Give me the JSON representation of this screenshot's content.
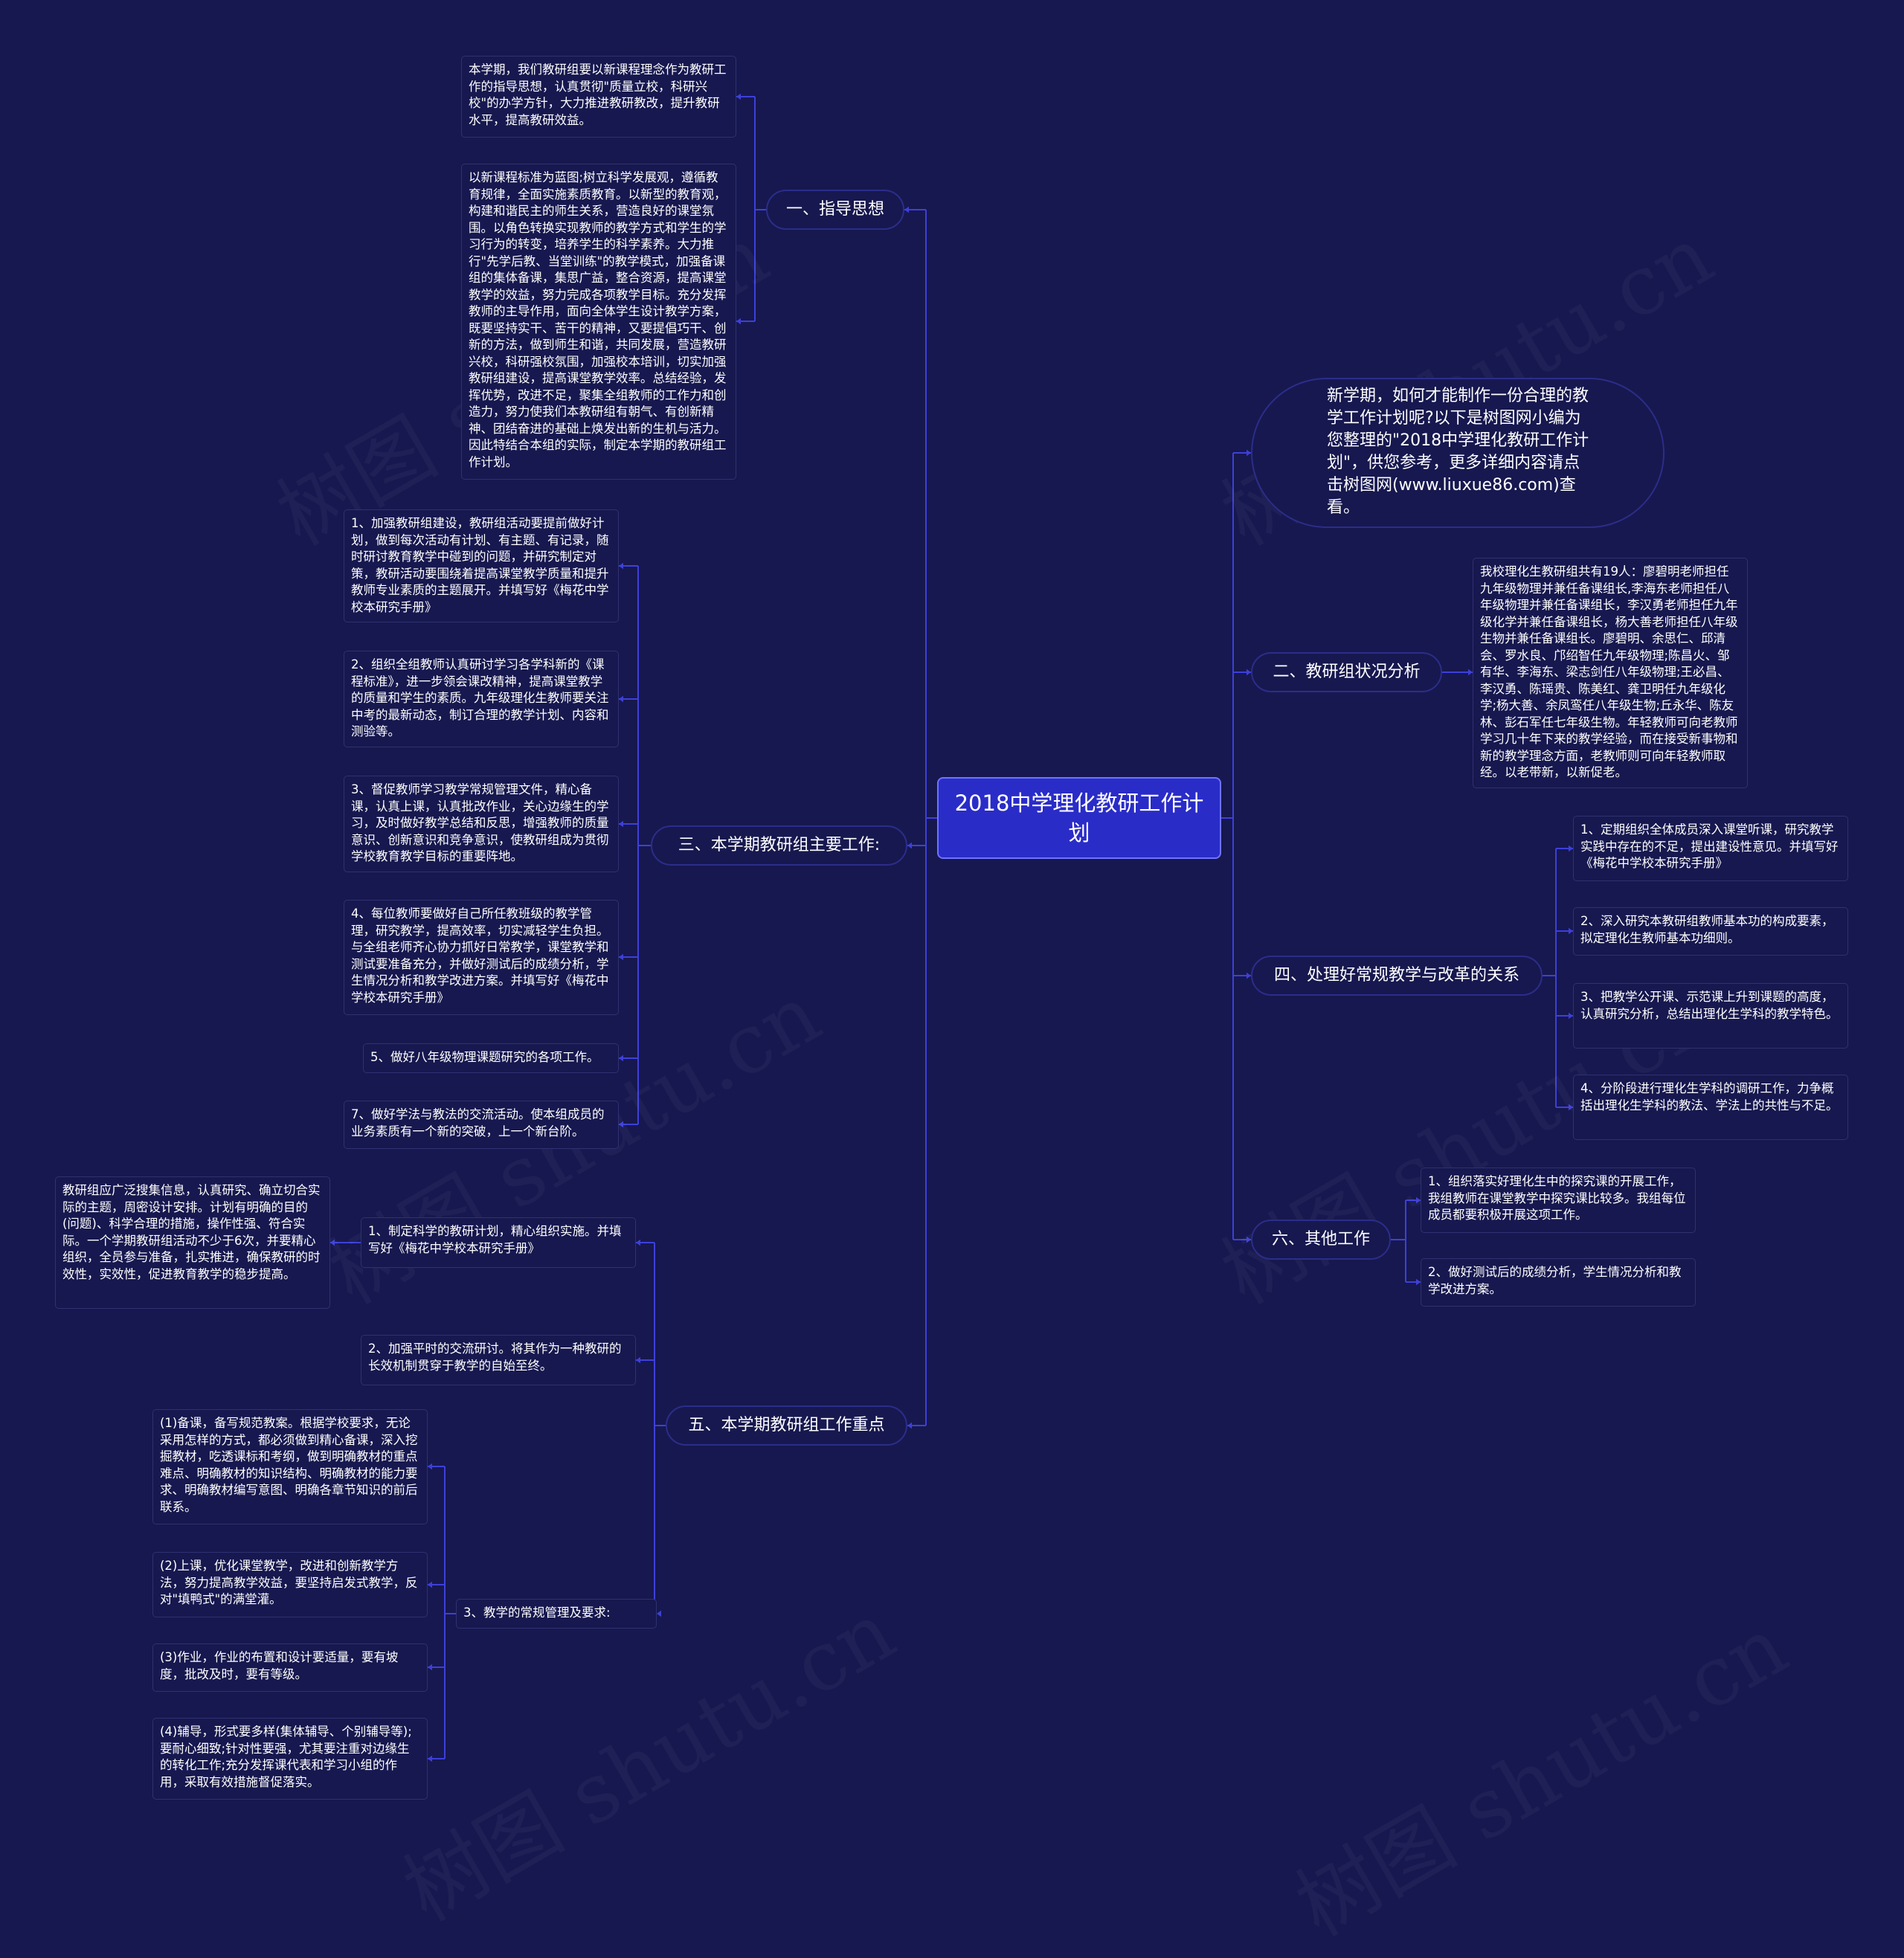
{
  "center": "2018中学理化教研工作计划",
  "intro": "新学期，如何才能制作一份合理的教学工作计划呢?以下是树图网小编为您整理的\"2018中学理化教研工作计划\"，供您参考，更多详细内容请点击树图网(www.liuxue86.com)查看。",
  "watermark": "树图 shutu.cn",
  "colors": {
    "background": "#17184f",
    "center": "#2a2cc8",
    "line": "#3d40d8"
  },
  "branches": [
    {
      "label": "一、指导思想",
      "leaves": [
        "本学期，我们教研组要以新课程理念作为教研工作的指导思想，认真贯彻\"质量立校，科研兴校\"的办学方针，大力推进教研教改，提升教研水平，提高教研效益。",
        "以新课程标准为蓝图;树立科学发展观，遵循教育规律，全面实施素质教育。以新型的教育观，构建和谐民主的师生关系，营造良好的课堂氛围。以角色转换实现教师的教学方式和学生的学习行为的转变，培养学生的科学素养。大力推行\"先学后教、当堂训练\"的教学模式，加强备课组的集体备课，集思广益，整合资源，提高课堂教学的效益，努力完成各项教学目标。充分发挥教师的主导作用，面向全体学生设计教学方案，既要坚持实干、苦干的精神，又要提倡巧干、创新的方法，做到师生和谐，共同发展，营造教研兴校，科研强校氛围，加强校本培训，切实加强教研组建设，提高课堂教学效率。总结经验，发挥优势，改进不足，聚集全组教师的工作力和创造力，努力使我们本教研组有朝气、有创新精神、团结奋进的基础上焕发出新的生机与活力。因此特结合本组的实际，制定本学期的教研组工作计划。"
      ]
    },
    {
      "label": "三、本学期教研组主要工作:",
      "leaves": [
        "1、加强教研组建设，教研组活动要提前做好计划，做到每次活动有计划、有主题、有记录，随时研讨教育教学中碰到的问题，并研究制定对策，教研活动要围绕着提高课堂教学质量和提升教师专业素质的主题展开。并填写好《梅花中学校本研究手册》",
        "2、组织全组教师认真研讨学习各学科新的《课程标准》，进一步领会课改精神，提高课堂教学的质量和学生的素质。九年级理化生教师要关注中考的最新动态，制订合理的教学计划、内容和测验等。",
        "3、督促教师学习教学常规管理文件，精心备课，认真上课，认真批改作业，关心边缘生的学习，及时做好教学总结和反思，增强教师的质量意识、创新意识和竞争意识，使教研组成为贯彻学校教育教学目标的重要阵地。",
        "4、每位教师要做好自己所任教班级的教学管理，研究教学，提高效率，切实减轻学生负担。与全组老师齐心协力抓好日常教学，课堂教学和测试要准备充分，并做好测试后的成绩分析，学生情况分析和教学改进方案。并填写好《梅花中学校本研究手册》",
        "5、做好八年级物理课题研究的各项工作。",
        "7、做好学法与教法的交流活动。使本组成员的业务素质有一个新的突破，上一个新台阶。"
      ]
    },
    {
      "label": "五、本学期教研组工作重点",
      "leaves": [
        "1、制定科学的教研计划，精心组织实施。并填写好《梅花中学校本研究手册》",
        "2、加强平时的交流研讨。将其作为一种教研的长效机制贯穿于教学的自始至终。",
        "3、教学的常规管理及要求:"
      ],
      "sub1": "教研组应广泛搜集信息，认真研究、确立切合实际的主题，周密设计安排。计划有明确的目的(问题)、科学合理的措施，操作性强、符合实际。一个学期教研组活动不少于6次，并要精心组织，全员参与准备，扎实推进，确保教研的时效性，实效性，促进教育教学的稳步提高。",
      "sub3": [
        "(1)备课，备写规范教案。根据学校要求，无论采用怎样的方式，都必须做到精心备课，深入挖掘教材，吃透课标和考纲，做到明确教材的重点难点、明确教材的知识结构、明确教材的能力要求、明确教材编写意图、明确各章节知识的前后联系。",
        "(2)上课，优化课堂教学，改进和创新教学方法，努力提高教学效益，要坚持启发式教学，反对\"填鸭式\"的满堂灌。",
        "(3)作业，作业的布置和设计要适量，要有坡度，批改及时，要有等级。",
        "(4)辅导，形式要多样(集体辅导、个别辅导等);要耐心细致;针对性要强，尤其要注重对边缘生的转化工作;充分发挥课代表和学习小组的作用，采取有效措施督促落实。"
      ]
    },
    {
      "label": "二、教研组状况分析",
      "leaves": [
        "我校理化生教研组共有19人：廖碧明老师担任九年级物理并兼任备课组长,李海东老师担任八年级物理并兼任备课组长，李汉勇老师担任九年级化学并兼任备课组长，杨大善老师担任八年级生物并兼任备课组长。廖碧明、余思仁、邱清会、罗水良、邝绍智任九年级物理;陈昌火、邹有华、李海东、梁志剑任八年级物理;王必昌、李汉勇、陈瑶贵、陈美红、龚卫明任九年级化学;杨大善、余凤鸾任八年级生物;丘永华、陈友林、彭石军任七年级生物。年轻教师可向老教师学习几十年下来的教学经验，而在接受新事物和新的教学理念方面，老教师则可向年轻教师取经。以老带新，以新促老。"
      ]
    },
    {
      "label": "四、处理好常规教学与改革的关系",
      "leaves": [
        "1、定期组织全体成员深入课堂听课，研究教学实践中存在的不足，提出建设性意见。并填写好《梅花中学校本研究手册》",
        "2、深入研究本教研组教师基本功的构成要素，拟定理化生教师基本功细则。",
        "3、把教学公开课、示范课上升到课题的高度，认真研究分析，总结出理化生学科的教学特色。",
        "4、分阶段进行理化生学科的调研工作，力争概括出理化生学科的教法、学法上的共性与不足。"
      ]
    },
    {
      "label": "六、其他工作",
      "leaves": [
        "1、组织落实好理化生中的探究课的开展工作，我组教师在课堂教学中探究课比较多。我组每位成员都要积极开展这项工作。",
        "2、做好测试后的成绩分析，学生情况分析和教学改进方案。"
      ]
    }
  ]
}
